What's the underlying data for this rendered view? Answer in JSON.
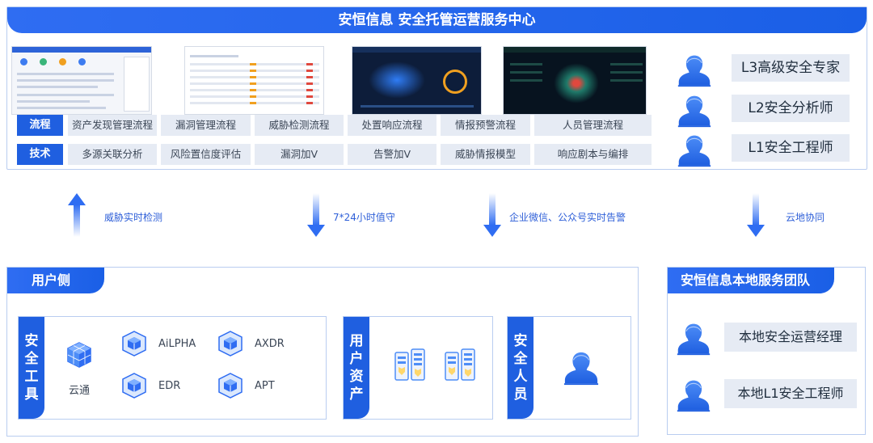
{
  "top": {
    "title": "安恒信息 安全托管运营服务中心",
    "process_label": "流程",
    "process_items": [
      "资产发现管理流程",
      "漏洞管理流程",
      "威胁检测流程",
      "处置响应流程",
      "情报预警流程",
      "人员管理流程"
    ],
    "tech_label": "技术",
    "tech_items": [
      "多源关联分析",
      "风险置信度评估",
      "漏洞加V",
      "告警加V",
      "威胁情报模型",
      "响应剧本与编排"
    ],
    "experts": [
      "L3高级安全专家",
      "L2安全分析师",
      "L1安全工程师"
    ],
    "screenshots": [
      "dashboard-light",
      "table-light",
      "bigscreen-dark",
      "bigscreen-dark-green"
    ]
  },
  "arrows": [
    {
      "label": "威胁实时检测",
      "direction": "up"
    },
    {
      "label": "7*24小时值守",
      "direction": "down"
    },
    {
      "label": "企业微信、公众号实时告警",
      "direction": "down"
    },
    {
      "label": "云地协同",
      "direction": "down"
    }
  ],
  "user_side": {
    "title": "用户侧",
    "tools_label": "安全工具",
    "tools": [
      {
        "name": "云通",
        "icon": "cube-grid-icon"
      },
      {
        "name": "AiLPHA",
        "icon": "cube-icon"
      },
      {
        "name": "AXDR",
        "icon": "cube-icon"
      },
      {
        "name": "EDR",
        "icon": "cube-icon"
      },
      {
        "name": "APT",
        "icon": "cube-icon"
      }
    ],
    "assets_label": "用户资产",
    "personnel_label": "安全人员"
  },
  "team": {
    "title": "安恒信息本地服务团队",
    "members": [
      "本地安全运营经理",
      "本地L1安全工程师"
    ]
  },
  "colors": {
    "primary": "#1f5fe0",
    "cell_bg": "#e6ebf4",
    "border": "#b9cdf0",
    "accent_text": "#2e5fd8"
  }
}
